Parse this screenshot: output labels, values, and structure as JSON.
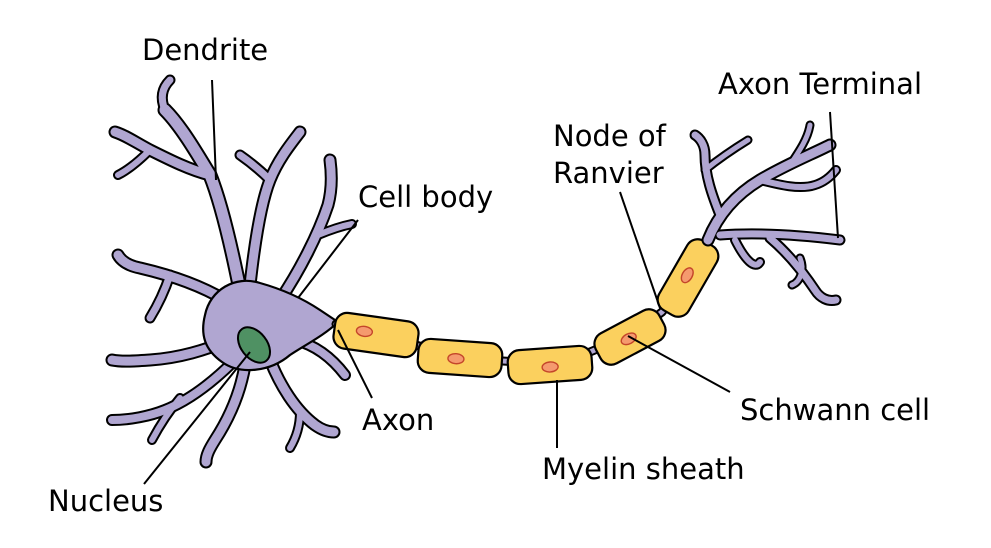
{
  "labels": {
    "dendrite": "Dendrite",
    "cell_body": "Cell body",
    "nucleus": "Nucleus",
    "axon": "Axon",
    "node_of_ranvier_line1": "Node of",
    "node_of_ranvier_line2": "Ranvier",
    "axon_terminal": "Axon Terminal",
    "schwann_cell": "Schwann cell",
    "myelin_sheath": "Myelin sheath"
  },
  "colors": {
    "neuron_fill": "#b0a6d1",
    "nucleus_fill": "#4f9163",
    "myelin_fill": "#fbd05e",
    "schwann_nucleus_fill": "#f59a6e",
    "outline": "#000000"
  }
}
